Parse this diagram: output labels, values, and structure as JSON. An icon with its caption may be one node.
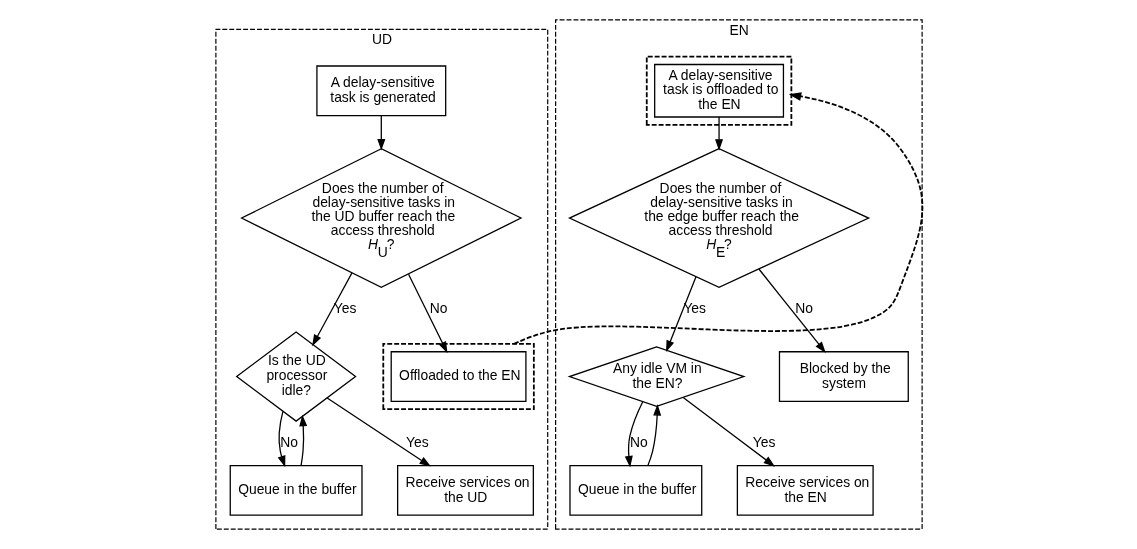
{
  "diagram": {
    "nodes": [
      {
        "text": [
          "UD"
        ]
      },
      {
        "text": [
          "A delay-sensitive task is generated"
        ],
        "in": 0
      },
      {
        "text": [
          "Does the number of delay-sensitive tasks in the UD buffer reach the access threshold *H*$_{U}$?"
        ],
        "in": 0
      },
      {
        "text": [
          "Is the UD processor idle?"
        ],
        "in": 0
      },
      {
        "text": [
          "Queue in the buffer"
        ],
        "in": 0
      },
      {
        "text": [
          "Receive services on the UD"
        ],
        "in": 0
      },
      {
        "text": [],
        "shape": "box",
        "in": 0
      },
      {
        "text": [
          "Offloaded to the EN"
        ],
        "in": 6
      },
      {
        "text": [
          "EN"
        ]
      },
      {
        "text": [],
        "shape": "box",
        "in": 8
      },
      {
        "text": [
          "A delay-sensitive task is offloaded to the EN"
        ],
        "in": 9
      },
      {
        "text": [
          "Does the number of delay-sensitive tasks in the edge buffer reach the access threshold *H*$_{E}$?"
        ],
        "in": 8
      },
      {
        "text": [
          "Any idle VM in the EN?"
        ],
        "in": 8
      },
      {
        "text": [
          "Queue in the buffer"
        ],
        "in": 8
      },
      {
        "text": [
          "Receive services on the EN"
        ],
        "in": 8
      },
      {
        "text": [
          "Blocked by the system"
        ],
        "in": 8
      }
    ],
    "edges": [
      {
        "from": 1,
        "to": 2,
        "arrow": "to"
      },
      {
        "from": 2,
        "to": 3,
        "arrow": "to",
        "label": "Yes"
      },
      {
        "from": 2,
        "to": 7,
        "arrow": "to",
        "label": "No"
      },
      {
        "from": 3,
        "to": 4,
        "arrow": "to",
        "label": "No"
      },
      {
        "from": 4,
        "to": 3,
        "arrow": "to"
      },
      {
        "from": 3,
        "to": 5,
        "arrow": "to",
        "label": "Yes"
      },
      {
        "from": 6,
        "to": 9,
        "arrow": "to",
        "style": "dashed"
      },
      {
        "from": 10,
        "to": 11,
        "arrow": "to"
      },
      {
        "from": 11,
        "to": 12,
        "arrow": "to",
        "label": "Yes"
      },
      {
        "from": 11,
        "to": 15,
        "arrow": "to",
        "label": "No"
      },
      {
        "from": 12,
        "to": 13,
        "arrow": "to",
        "label": "No"
      },
      {
        "from": 13,
        "to": 12,
        "arrow": "to"
      },
      {
        "from": 12,
        "to": 14,
        "arrow": "to",
        "label": "Yes"
      }
    ]
  }
}
